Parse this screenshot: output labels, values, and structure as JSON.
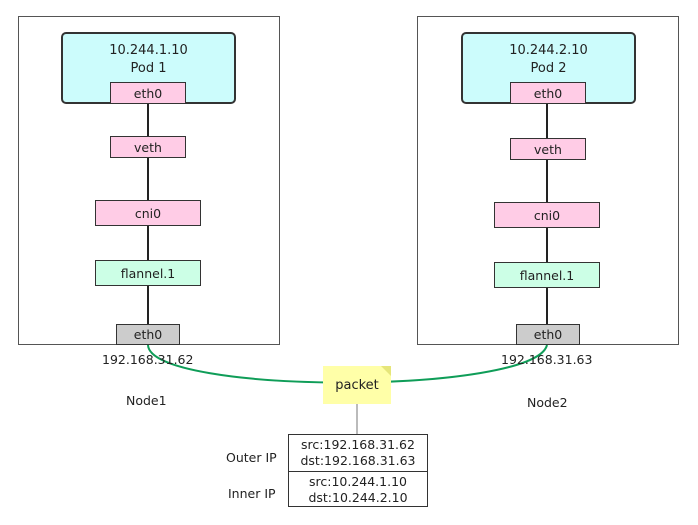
{
  "node1": {
    "name": "Node1",
    "host_ip": "192.168.31.62",
    "pod": {
      "ip": "10.244.1.10",
      "name": "Pod 1"
    },
    "eth0_pod": "eth0",
    "veth": "veth",
    "cni0": "cni0",
    "flannel": "flannel.1",
    "eth0_host": "eth0"
  },
  "node2": {
    "name": "Node2",
    "host_ip": "192.168.31.63",
    "pod": {
      "ip": "10.244.2.10",
      "name": "Pod 2"
    },
    "eth0_pod": "eth0",
    "veth": "veth",
    "cni0": "cni0",
    "flannel": "flannel.1",
    "eth0_host": "eth0"
  },
  "packet": {
    "label": "packet",
    "outer_label": "Outer IP",
    "inner_label": "Inner IP",
    "outer_src": "src:192.168.31.62",
    "outer_dst": "dst:192.168.31.63",
    "inner_src": "src:10.244.1.10",
    "inner_dst": "dst:10.244.2.10"
  },
  "colors": {
    "pod_fill": "#ccfcfc",
    "pink_fill": "#ffcce6",
    "green_fill": "#ccffe6",
    "grey_fill": "#cccccc",
    "link_line": "#0f9d58",
    "packet_fill": "#ffffa8"
  }
}
